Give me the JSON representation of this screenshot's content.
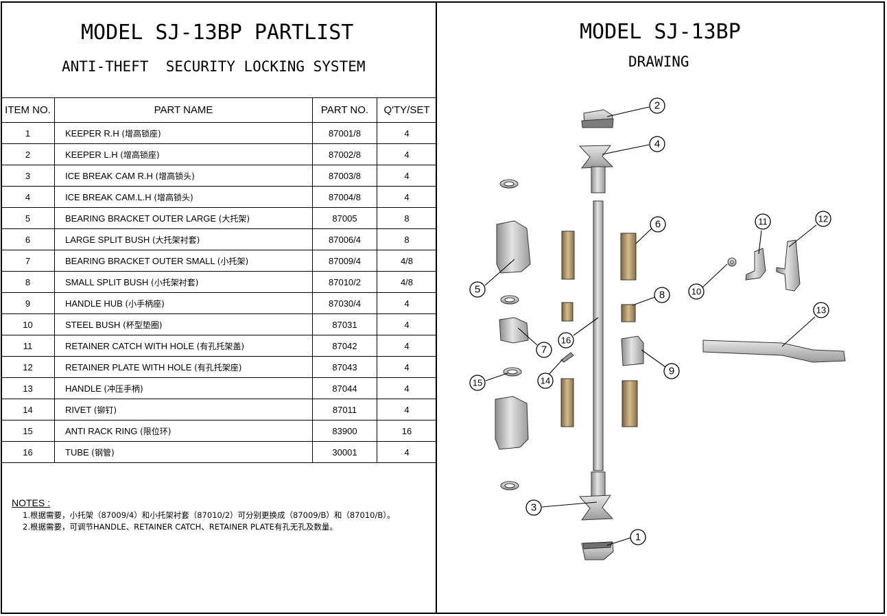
{
  "left": {
    "title": "MODEL SJ-13BP PARTLIST",
    "subtitle": "ANTI-THEFT  SECURITY LOCKING SYSTEM"
  },
  "right": {
    "title": "MODEL SJ-13BP",
    "subtitle": "DRAWING"
  },
  "table": {
    "headers": {
      "item": "ITEM NO.",
      "name": "PART NAME",
      "part": "PART NO.",
      "qty": "Q'TY/SET"
    },
    "rows": [
      {
        "item": "1",
        "name": "KEEPER R.H",
        "cn": "(增高锁座)",
        "part": "87001/8",
        "qty": "4"
      },
      {
        "item": "2",
        "name": "KEEPER L.H",
        "cn": "(增高锁座)",
        "part": "87002/8",
        "qty": "4"
      },
      {
        "item": "3",
        "name": "ICE BREAK CAM R.H",
        "cn": "(增高锁头)",
        "part": "87003/8",
        "qty": "4"
      },
      {
        "item": "4",
        "name": "ICE BREAK CAM.L.H",
        "cn": "(增高锁头)",
        "part": "87004/8",
        "qty": "4"
      },
      {
        "item": "5",
        "name": "BEARING BRACKET OUTER LARGE",
        "cn": "(大托架)",
        "part": "87005",
        "qty": "8"
      },
      {
        "item": "6",
        "name": "LARGE SPLIT BUSH",
        "cn": "(大托架衬套)",
        "part": "87006/4",
        "qty": "8"
      },
      {
        "item": "7",
        "name": "BEARING BRACKET OUTER SMALL",
        "cn": "(小托架)",
        "part": "87009/4",
        "qty": "4/8"
      },
      {
        "item": "8",
        "name": "SMALL SPLIT BUSH",
        "cn": "(小托架衬套)",
        "part": "87010/2",
        "qty": "4/8"
      },
      {
        "item": "9",
        "name": "HANDLE HUB",
        "cn": "(小手柄座)",
        "part": "87030/4",
        "qty": "4"
      },
      {
        "item": "10",
        "name": "STEEL BUSH",
        "cn": "(杯型垫圈)",
        "part": "87031",
        "qty": "4"
      },
      {
        "item": "11",
        "name": "RETAINER CATCH WITH HOLE",
        "cn": "(有孔托架盖)",
        "part": "87042",
        "qty": "4"
      },
      {
        "item": "12",
        "name": "RETAINER PLATE WITH HOLE",
        "cn": "(有孔托架座)",
        "part": "87043",
        "qty": "4"
      },
      {
        "item": "13",
        "name": "HANDLE",
        "cn": "(冲压手柄)",
        "part": "87044",
        "qty": "4"
      },
      {
        "item": "14",
        "name": "RIVET",
        "cn": "(铆钉)",
        "part": "87011",
        "qty": "4"
      },
      {
        "item": "15",
        "name": "ANTI RACK RING",
        "cn": "(限位环)",
        "part": "83900",
        "qty": "16"
      },
      {
        "item": "16",
        "name": "TUBE",
        "cn": "(钢管)",
        "part": "30001",
        "qty": "4"
      }
    ]
  },
  "notes": {
    "title": "NOTES :",
    "lines": [
      "1.根据需要，小托架（87009/4）和小托架衬套（87010/2）可分别更换成（87009/B）和（87010/B）。",
      "2.根据需要，可调节HANDLE、RETAINER CATCH、RETAINER PLATE有孔无孔及数量。"
    ]
  },
  "callouts": [
    "1",
    "2",
    "3",
    "4",
    "5",
    "6",
    "7",
    "8",
    "9",
    "10",
    "11",
    "12",
    "13",
    "14",
    "15",
    "16"
  ],
  "colors": {
    "metal": "#b9b9b9",
    "bronze": "#b59a6a",
    "line": "#000000"
  }
}
